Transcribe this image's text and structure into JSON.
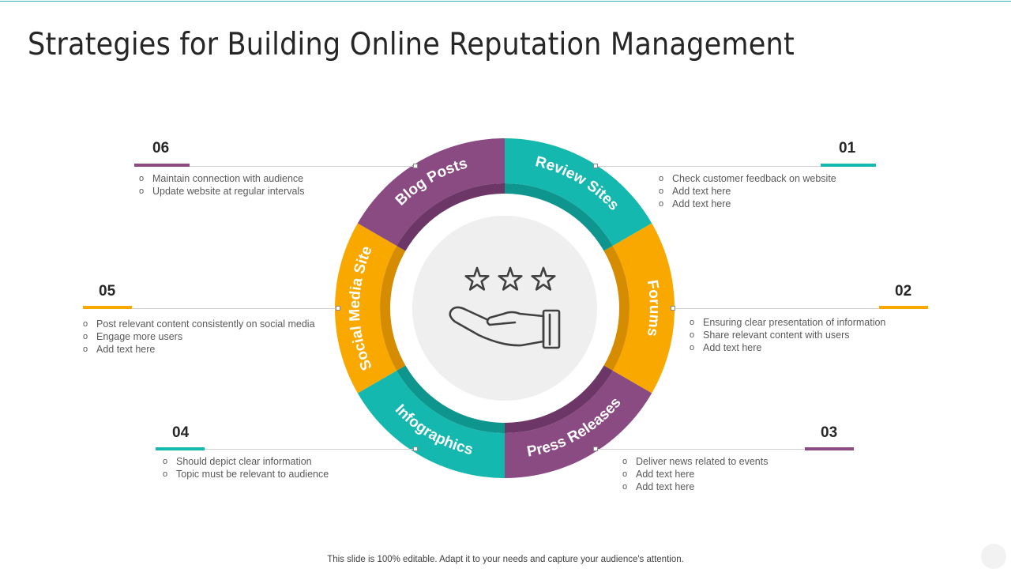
{
  "title": "Strategies for Building Online Reputation Management",
  "footer": "This slide is 100% editable. Adapt it to your needs and capture your audience's attention.",
  "colors": {
    "teal": "#15B8AE",
    "orange": "#F9A800",
    "purple": "#8A4A82",
    "teal_dark": "#0E958D",
    "orange_dark": "#D58C00",
    "purple_dark": "#6C3666"
  },
  "segments": [
    {
      "label": "Review Sites",
      "color": "teal"
    },
    {
      "label": "Forums",
      "color": "orange"
    },
    {
      "label": "Press Releases",
      "color": "purple"
    },
    {
      "label": "Infographics",
      "color": "teal"
    },
    {
      "label": "Social Media Site",
      "color": "orange"
    },
    {
      "label": "Blog Posts",
      "color": "purple"
    }
  ],
  "center_icon": "hand-with-three-stars-icon",
  "callouts": [
    {
      "number": "01",
      "color": "teal",
      "points": [
        "Check customer feedback on website",
        "Add text here",
        "Add text here"
      ]
    },
    {
      "number": "02",
      "color": "orange",
      "points": [
        "Ensuring clear presentation of information",
        "Share relevant  content with users",
        "Add text here"
      ]
    },
    {
      "number": "03",
      "color": "purple",
      "points": [
        "Deliver news related to events",
        "Add text here",
        "Add text here"
      ]
    },
    {
      "number": "04",
      "color": "teal",
      "points": [
        "Should depict clear information",
        "Topic must be relevant  to audience"
      ]
    },
    {
      "number": "05",
      "color": "orange",
      "points": [
        "Post relevant  content consistently on social media",
        "Engage more users",
        "Add text here"
      ]
    },
    {
      "number": "06",
      "color": "purple",
      "points": [
        "Maintain connection with audience",
        "Update website at regular intervals"
      ]
    }
  ]
}
